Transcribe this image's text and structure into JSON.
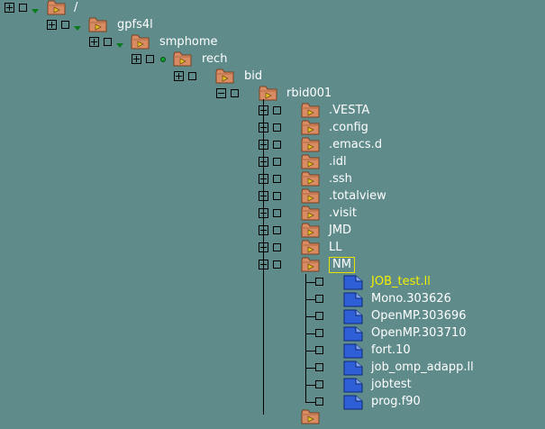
{
  "tree": {
    "ancestors": [
      {
        "label": "/"
      },
      {
        "label": "gpfs4l"
      },
      {
        "label": "smphome"
      },
      {
        "label": "rech"
      },
      {
        "label": "bid"
      },
      {
        "label": "rbid001"
      }
    ],
    "subfolders": [
      {
        "label": ".VESTA"
      },
      {
        "label": ".config"
      },
      {
        "label": ".emacs.d"
      },
      {
        "label": ".idl"
      },
      {
        "label": ".ssh"
      },
      {
        "label": ".totalview"
      },
      {
        "label": ".visit"
      },
      {
        "label": "JMD"
      },
      {
        "label": "LL"
      },
      {
        "label": "NM"
      }
    ],
    "files": [
      {
        "label": "JOB_test.ll",
        "highlight": true
      },
      {
        "label": "Mono.303626"
      },
      {
        "label": "OpenMP.303696"
      },
      {
        "label": "OpenMP.303710"
      },
      {
        "label": "fort.10"
      },
      {
        "label": "job_omp_adapp.ll"
      },
      {
        "label": "jobtest"
      },
      {
        "label": "prog.f90"
      }
    ]
  },
  "colors": {
    "background": "#5f8b8a",
    "folder": "#d98b64",
    "file": "#2f5fd6",
    "highlight_text": "#f4f000",
    "selection_border": "#e8e000"
  }
}
